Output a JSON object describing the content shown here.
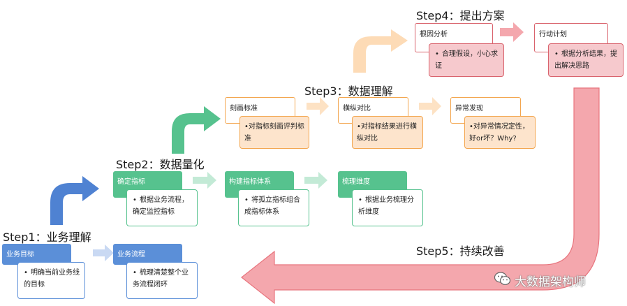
{
  "colors": {
    "blue": "#5b8fd8",
    "blue_light": "#b9cff0",
    "green": "#56c28e",
    "green_light": "#b6e6cd",
    "orange_light": "#fde2c4",
    "orange_arrow": "#fcd7b0",
    "red": "#ef7d85",
    "red_light": "#f7c2c6",
    "pink_fill": "#f6c9cd",
    "peach_fill": "#fde4cc"
  },
  "steps": {
    "step1": "Step1：业务理解",
    "step2": "Step2：数据量化",
    "step3": "Step3：数据理解",
    "step4": "Step4：提出方案",
    "step5": "Step5：持续改善"
  },
  "blocks": {
    "business_goal": {
      "title": "业务目标",
      "note": "明确当前业务线的目标"
    },
    "business_process": {
      "title": "业务流程",
      "note": "梳理清楚整个业务流程闭环"
    },
    "define_metric": {
      "title": "确定指标",
      "note": "根据业务流程，确定监控指标"
    },
    "build_metric_system": {
      "title": "构建指标体系",
      "note": "将孤立指标组合成指标体系"
    },
    "sort_dimensions": {
      "title": "梳理维度",
      "note": "根据业务梳理分析维度"
    },
    "depict_standard": {
      "title": "刻画标准",
      "note": "•对指标刻画评判标准"
    },
    "cross_compare": {
      "title": "横纵对比",
      "note": "•对指标结果进行横纵对比"
    },
    "anomaly_found": {
      "title": "异常发现",
      "note": "•对异常情况定性，好or坏？Why?"
    },
    "root_cause": {
      "title": "根因分析",
      "note": "合理假设，小心求证"
    },
    "action_plan": {
      "title": "行动计划",
      "note": "根据分析结果，提出解决思路"
    }
  },
  "bullet": "•",
  "watermark": "大数据架构师",
  "watermark_icon": "wechat-icon"
}
